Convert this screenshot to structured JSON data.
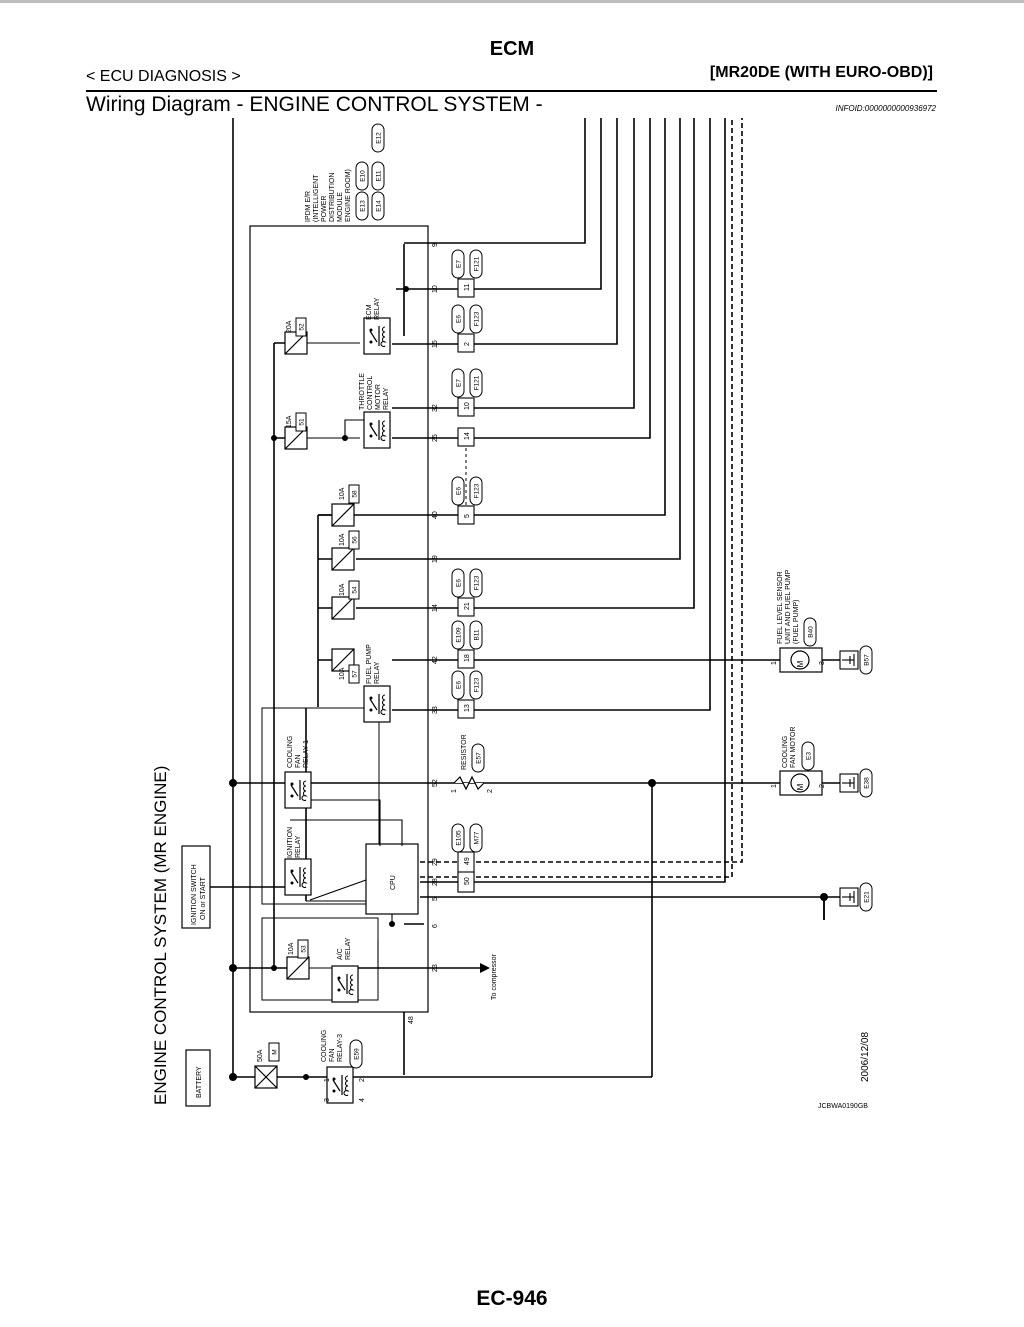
{
  "header": {
    "ecm": "ECM",
    "section": "< ECU DIAGNOSIS >",
    "model": "[MR20DE (WITH EURO-OBD)]",
    "title": "Wiring Diagram - ENGINE CONTROL SYSTEM -",
    "infoid": "INFOID:0000000000936972"
  },
  "diagram": {
    "system_title": "ENGINE CONTROL SYSTEM (MR ENGINE)",
    "date": "2006/12/08",
    "code": "JCBWA0190GB",
    "battery": "BATTERY",
    "ignition_switch": [
      "IGNITION SWITCH",
      "ON or START"
    ],
    "main_fuse": {
      "amp": "50A",
      "id": "M"
    },
    "ipdm": {
      "label": [
        "IPDM E/R",
        "(INTELLIGENT",
        "POWER",
        "DISTRIBUTION",
        "MODULE",
        "ENGINE ROOM)"
      ],
      "connectors": [
        "E10",
        "E11",
        "E12",
        "E13",
        "E14"
      ],
      "cpu": "CPU",
      "terminal_48": "48"
    },
    "fuses": [
      {
        "amp": "20A",
        "num": "52"
      },
      {
        "amp": "15A",
        "num": "51"
      },
      {
        "amp": "10A",
        "num": "58"
      },
      {
        "amp": "10A",
        "num": "56"
      },
      {
        "amp": "10A",
        "num": "54"
      },
      {
        "amp": "10A",
        "num": "57"
      },
      {
        "amp": "10A",
        "num": "53"
      }
    ],
    "relays": [
      {
        "lines": [
          "ECM",
          "RELAY"
        ]
      },
      {
        "lines": [
          "THROTTLE",
          "CONTROL",
          "MOTOR",
          "RELAY"
        ]
      },
      {
        "lines": [
          "FUEL PUMP",
          "RELAY"
        ]
      },
      {
        "lines": [
          "COOLING",
          "FAN",
          "RELAY-1"
        ]
      },
      {
        "lines": [
          "IGNITION",
          "RELAY"
        ]
      },
      {
        "lines": [
          "A/C",
          "RELAY"
        ]
      },
      {
        "lines": [
          "COOLING",
          "FAN",
          "RELAY-3"
        ],
        "connector": "E59",
        "pins": [
          "1",
          "2",
          "3",
          "4"
        ]
      }
    ],
    "ipdm_terminals": [
      "9",
      "10",
      "15",
      "32",
      "25",
      "40",
      "19",
      "14",
      "42",
      "33",
      "52",
      "29",
      "28",
      "5",
      "6",
      "23"
    ],
    "connector_pins": [
      {
        "pin": "11",
        "c1": "E7",
        "c2": "F121"
      },
      {
        "pin": "2",
        "c1": "E6",
        "c2": "F123"
      },
      {
        "pin": "10",
        "c1": "E7",
        "c2": "F121"
      },
      {
        "pin": "14",
        "c1": "",
        "c2": ""
      },
      {
        "pin": "5",
        "c1": "E6",
        "c2": "F123"
      },
      {
        "pin": "21",
        "c1": "E6",
        "c2": "F123"
      },
      {
        "pin": "18",
        "c1": "E109",
        "c2": "B11"
      },
      {
        "pin": "13",
        "c1": "E6",
        "c2": "F123"
      },
      {
        "pin": "49",
        "c1": "E105",
        "c2": "M77"
      },
      {
        "pin": "50",
        "c1": "",
        "c2": ""
      }
    ],
    "resistor": {
      "label": "RESISTOR",
      "connector": "E57",
      "pins": [
        "1",
        "2"
      ]
    },
    "fuel_sensor": {
      "lines": [
        "FUEL LEVEL SENSOR",
        "UNIT AND FUEL PUMP",
        "(FUEL PUMP)"
      ],
      "connector": "B40",
      "pins": [
        "1",
        "3"
      ],
      "motor": "M"
    },
    "fan_motor": {
      "lines": [
        "COOLING",
        "FAN MOTOR"
      ],
      "connector": "E3",
      "pins": [
        "1",
        "2"
      ],
      "motor": "M"
    },
    "grounds": [
      "B57",
      "E38",
      "E21"
    ],
    "to_compressor": "To compressor"
  },
  "footer": {
    "page": "EC-946"
  }
}
